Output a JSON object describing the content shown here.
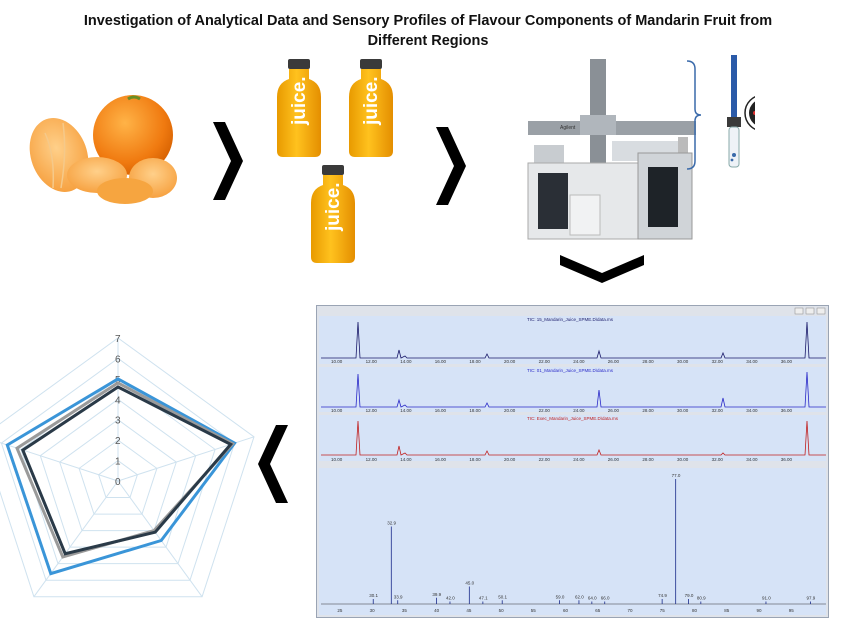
{
  "title_line1": "Investigation of Analytical Data and Sensory Profiles of Flavour Components of Mandarin Fruit from",
  "title_line2": "Different Regions",
  "juice_label": "juice.",
  "gcms": {
    "traces": [
      {
        "title": "TIC: 15_Mandarin_Juice_SPME.D\\data.ms",
        "color": "#1a1a6a"
      },
      {
        "title": "TIC: 01_Mandarin_Juice_SPME.D\\data.ms",
        "color": "#2a2ac8"
      },
      {
        "title": "TIC: Exec_Mandarin_Juice_SPME.D\\data.ms",
        "color": "#c02020"
      }
    ],
    "time_ticks": [
      "10.00",
      "12.00",
      "14.00",
      "16.00",
      "18.00",
      "20.00",
      "22.00",
      "24.00",
      "26.00",
      "28.00",
      "30.00",
      "32.00",
      "34.00",
      "36.00"
    ],
    "spectrum_peak_labels": [
      "32.9",
      "30.1",
      "33.9",
      "39.9",
      "42.0",
      "45.0",
      "47.1",
      "50.1",
      "59.0",
      "62.0",
      "64.0",
      "66.0",
      "74.9",
      "77.0",
      "79.0",
      "80.9",
      "91.0",
      "97.9"
    ],
    "spectrum_base_peak": "77.0",
    "spectrum_axis_ticks": [
      "25",
      "30",
      "35",
      "40",
      "45",
      "50",
      "55",
      "60",
      "65",
      "70",
      "75",
      "80",
      "85",
      "90",
      "95"
    ]
  },
  "chart_data": {
    "type": "radar",
    "axis_ticks": [
      "0",
      "1",
      "2",
      "3",
      "4",
      "5",
      "6",
      "7"
    ],
    "rlim": [
      0,
      7
    ],
    "series": [
      {
        "color": "#3a95d8",
        "values": [
          5.0,
          6.0,
          3.6,
          5.6,
          5.7
        ]
      },
      {
        "color": "#9a9a9a",
        "values": [
          4.8,
          5.9,
          3.0,
          4.6,
          5.2
        ]
      },
      {
        "color": "#2a3a48",
        "values": [
          4.6,
          5.8,
          3.1,
          4.4,
          4.9
        ]
      }
    ]
  }
}
